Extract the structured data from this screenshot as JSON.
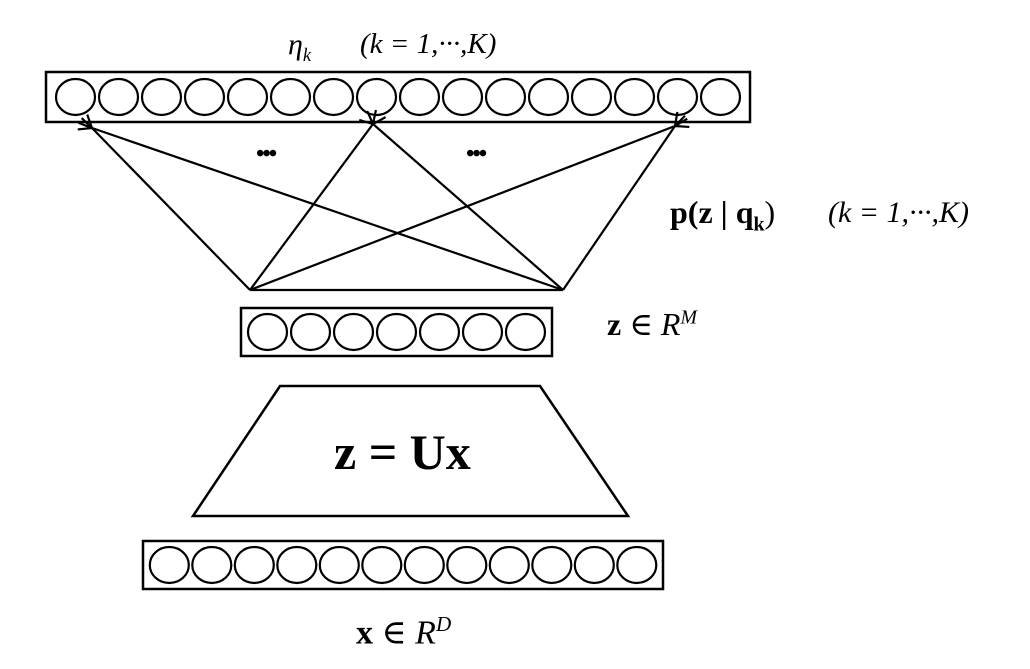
{
  "top_layer": {
    "symbol": "η",
    "subscript": "k",
    "range": "(k = 1,···,K)",
    "unit_count": 16
  },
  "edges": {
    "ellipsis_left": "•••",
    "ellipsis_right": "•••",
    "prob_main": "p(z | q",
    "prob_sub": "k",
    "prob_close": ")",
    "prob_range": "(k = 1,···,K)"
  },
  "z_layer": {
    "var": "z",
    "member": " ∈ R",
    "sup": "M",
    "unit_count": 7
  },
  "transform": {
    "equation": "z = Ux"
  },
  "x_layer": {
    "var": "x",
    "member": " ∈ R",
    "sup": "D",
    "unit_count": 12
  },
  "colors": {
    "stroke": "#000000",
    "fill": "#ffffff"
  }
}
